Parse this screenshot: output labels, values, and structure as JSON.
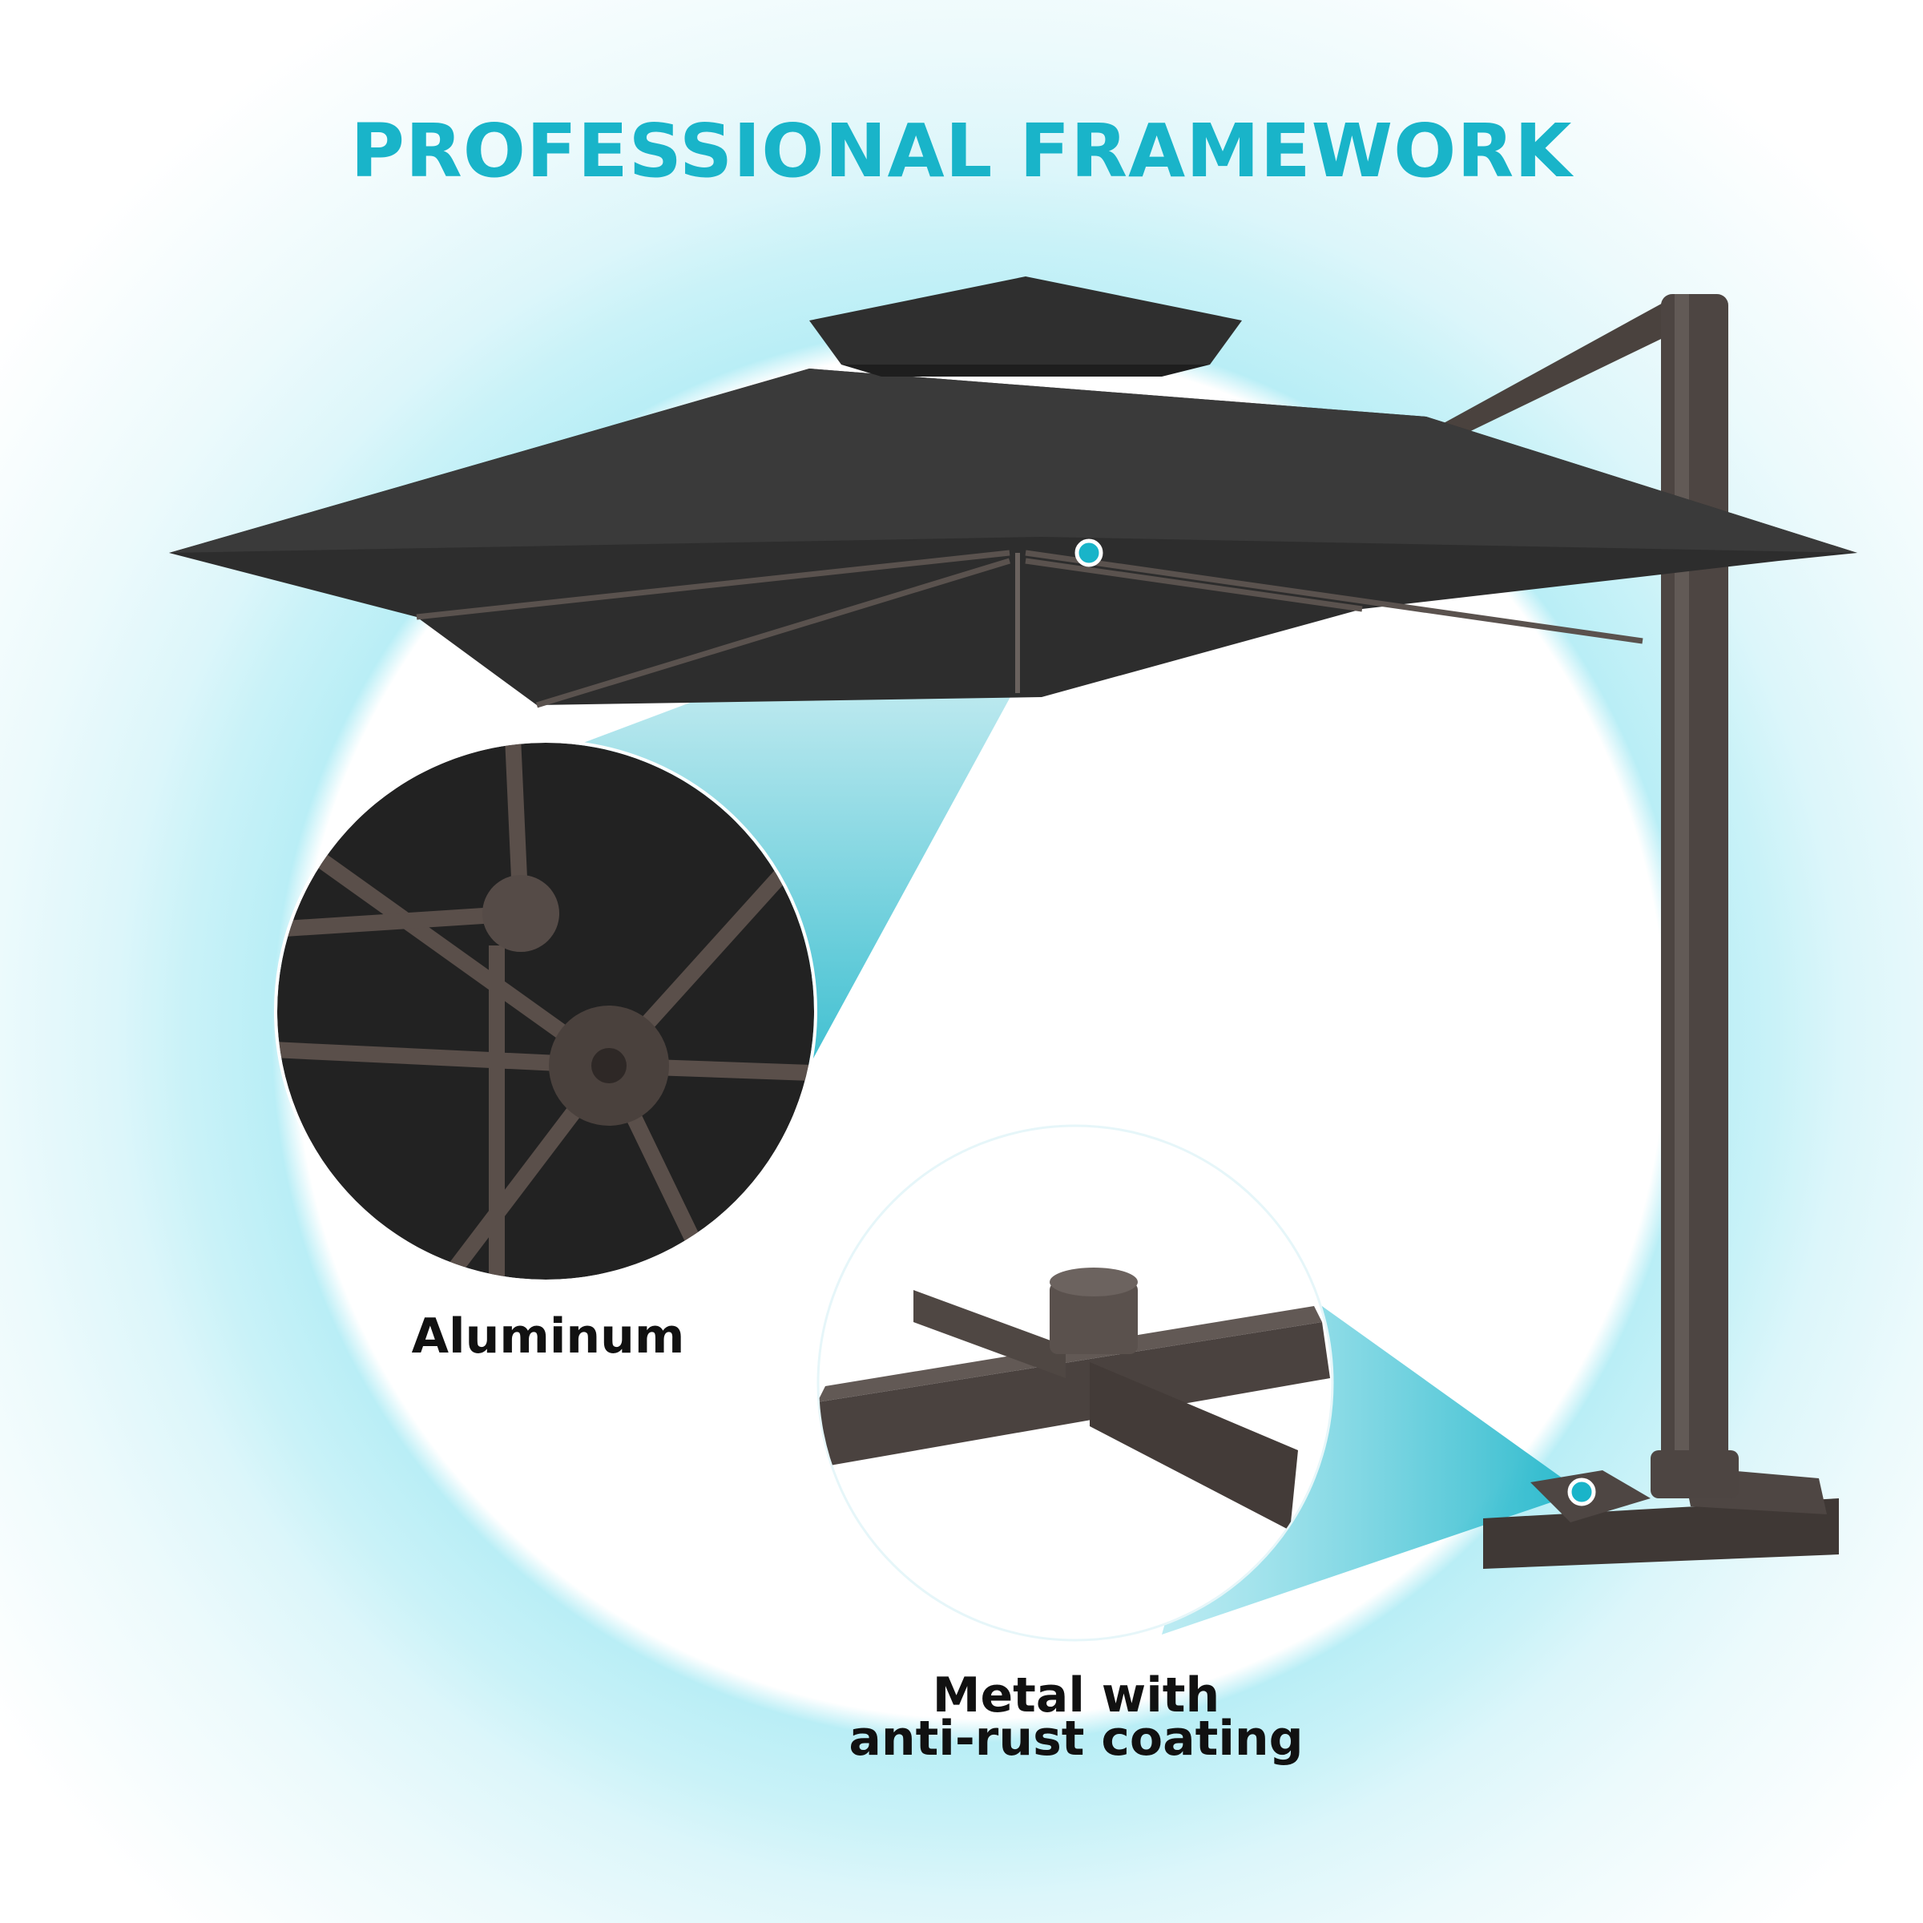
{
  "title": "PROFESSIONAL FRAMEWORK",
  "callouts": [
    {
      "label": "Aluminum",
      "icon": "umbrella-hub-detail"
    },
    {
      "label_line1": "Metal with",
      "label_line2": "anti-rust coating",
      "icon": "cross-base-detail"
    }
  ],
  "colors": {
    "accent": "#19b4c9",
    "canopy": "#2f2f2f",
    "frame": "#4a423e",
    "ring": "#c8f1f7"
  }
}
